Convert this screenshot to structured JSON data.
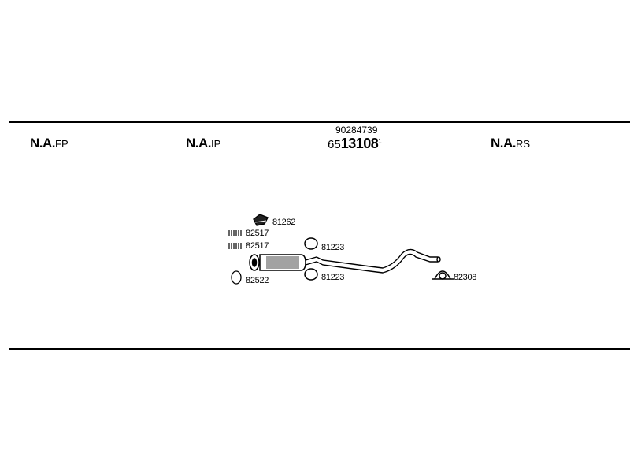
{
  "columns": [
    {
      "main": "N.A.",
      "sub": "FP"
    },
    {
      "main": "N.A.",
      "sub": "IP"
    },
    {
      "main": "N.A.",
      "sub": "RS"
    }
  ],
  "center_part": {
    "top_number": "90284739",
    "prefix": "65",
    "main": "13108",
    "superscript": "1"
  },
  "parts": {
    "bracket": "81262",
    "spring_1": "82517",
    "spring_2": "82517",
    "gasket": "82522",
    "ring_1": "81223",
    "ring_2": "81223",
    "clamp": "82308"
  }
}
